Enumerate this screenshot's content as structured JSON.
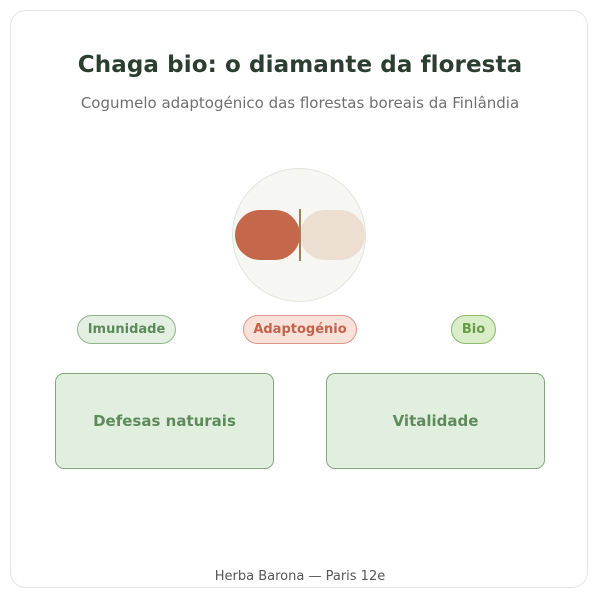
{
  "header": {
    "title": "Chaga bio: o diamante da floresta",
    "subtitle": "Cogumelo adaptogénico das florestas boreais da Finlândia"
  },
  "tags": [
    {
      "label": "Imunidade",
      "color": "#5c8a5a"
    },
    {
      "label": "Adaptogénio",
      "color": "#c2634b"
    },
    {
      "label": "Bio",
      "color": "#6a9a47"
    }
  ],
  "benefits": [
    {
      "label": "Defesas naturais"
    },
    {
      "label": "Vitalidade"
    }
  ],
  "footer": {
    "text": "Herba Barona — Paris 12e"
  },
  "colors": {
    "accent_brown": "#c4674a",
    "accent_cream": "#ecdfd2",
    "green_box": "#e1efdf",
    "title": "#2c3e2f"
  },
  "icons": {
    "hero": "capsule-icon"
  }
}
